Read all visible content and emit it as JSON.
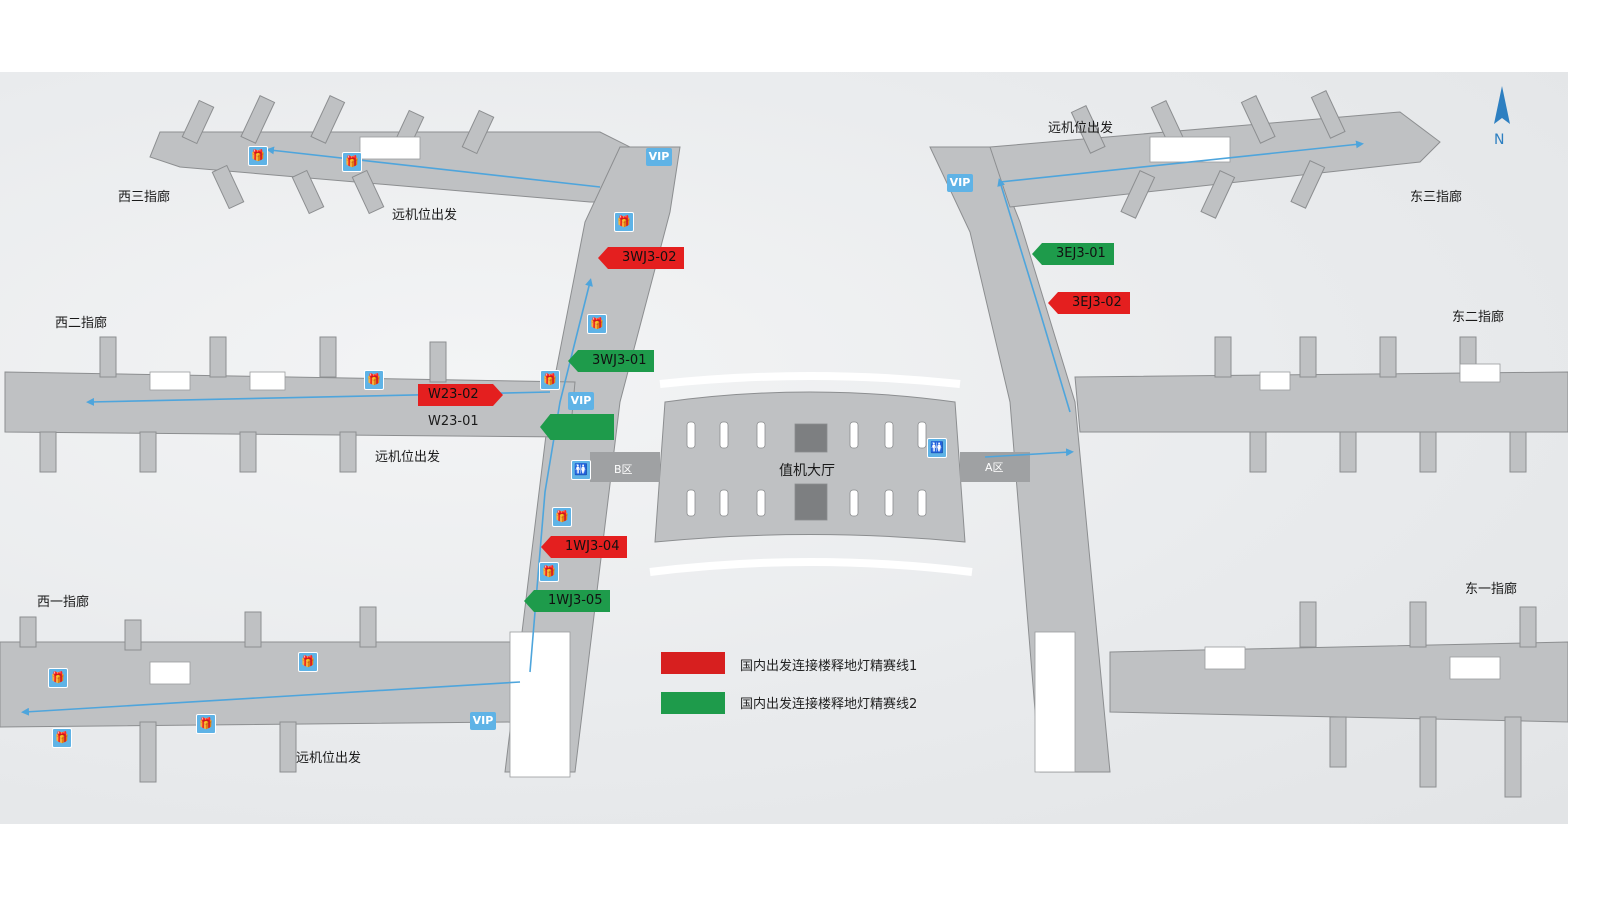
{
  "labels": {
    "west3": "西三指廊",
    "west2": "西二指廊",
    "west1": "西一指廊",
    "east3": "东三指廊",
    "east2": "东二指廊",
    "east1": "东一指廊",
    "remote_nw": "远机位出发",
    "remote_w": "远机位出发",
    "remote_sw": "远机位出发",
    "remote_ne": "远机位出发",
    "checkin_hall": "值机大厅",
    "b_zone": "B区",
    "a_zone": "A区",
    "north": "N"
  },
  "tags": {
    "t3wj302": "3WJ3-02",
    "t3wj301": "3WJ3-01",
    "tw2302": "W23-02",
    "tw2301": "W23-01",
    "t1wj304": "1WJ3-04",
    "t1wj305": "1WJ3-05",
    "t3ej301": "3EJ3-01",
    "t3ej302": "3EJ3-02"
  },
  "legend": {
    "item1": "国内出发连接楼释地灯精赛线1",
    "item2": "国内出发连接楼释地灯精赛线2"
  },
  "icons": {
    "vip": "VIP",
    "gift": "gift-icon",
    "restroom": "restroom-icon"
  },
  "colors": {
    "red": "#e41f1f",
    "green": "#1e9b4b",
    "route": "#4ea5dc",
    "building": "#bfc1c3"
  }
}
